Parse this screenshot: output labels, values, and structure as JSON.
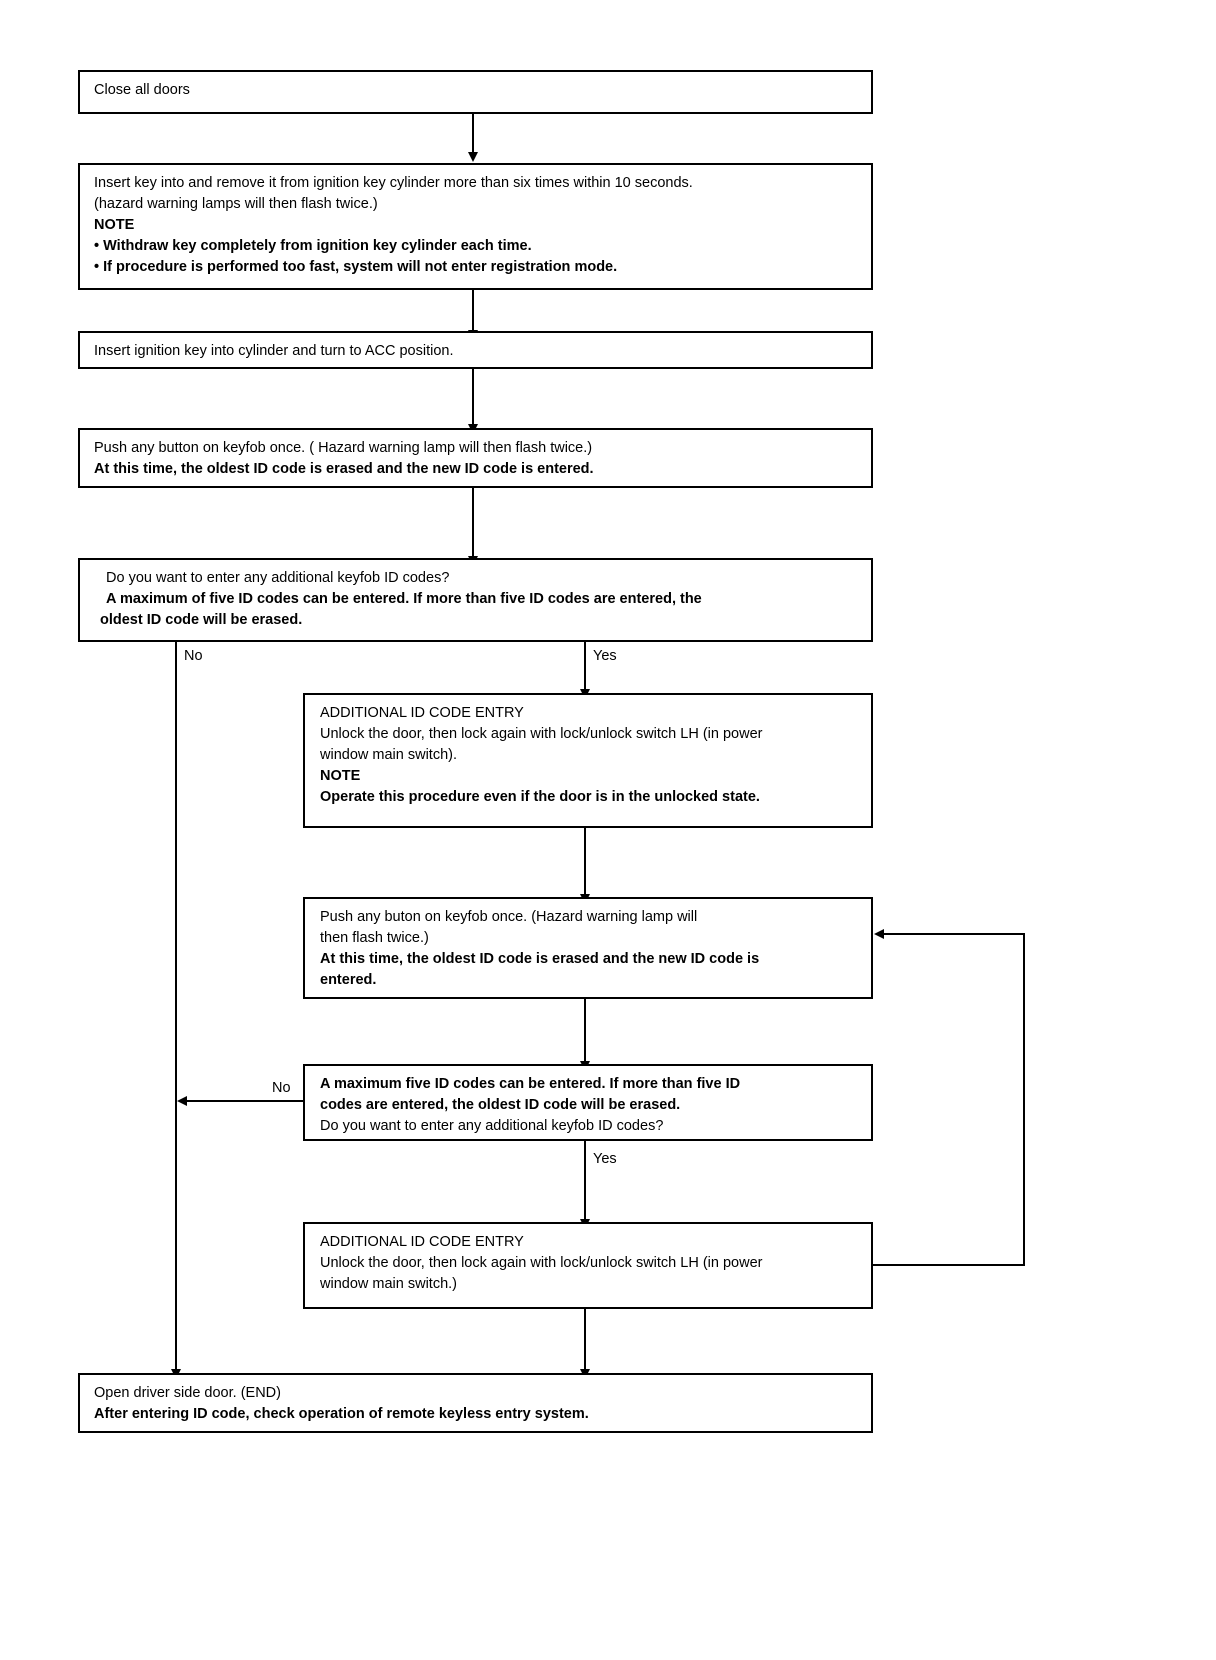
{
  "diagram": {
    "title": "Keyfob ID code registration procedure flowchart",
    "line_color": "#000000",
    "background": "#ffffff"
  },
  "nodes": {
    "close_all_doors": {
      "lines": [
        {
          "text": "Close all doors",
          "bold": false
        }
      ]
    },
    "insert_remove_key": {
      "lines": [
        {
          "text": "Insert key into and remove it from ignition key cylinder more than six times within 10 seconds.",
          "bold": false
        },
        {
          "text": "(hazard warning lamps will then flash twice.)",
          "bold": false
        },
        {
          "text": "NOTE",
          "bold": true
        },
        {
          "text": "• Withdraw key completely from ignition key cylinder each time.",
          "bold": true
        },
        {
          "text": "• If procedure is performed too fast, system will not enter registration mode.",
          "bold": true
        }
      ]
    },
    "turn_acc": {
      "lines": [
        {
          "text": "Insert ignition key into cylinder and turn to ACC position.",
          "bold": false
        }
      ]
    },
    "push_button_1": {
      "lines": [
        {
          "text": "Push any button on keyfob once. ( Hazard warning lamp will then flash twice.)",
          "bold": false
        },
        {
          "text": "At this time, the oldest ID code is erased and the new ID code is entered.",
          "bold": true
        }
      ]
    },
    "decision_1": {
      "lines": [
        {
          "text": "Do you want to enter any additional keyfob ID codes?",
          "bold": false
        },
        {
          "text": "A maximum of five ID codes can be entered. If more than five ID codes are entered, the",
          "bold": true
        },
        {
          "text": "oldest ID code will be erased.",
          "bold": true
        }
      ]
    },
    "additional_entry_1": {
      "lines": [
        {
          "text": "ADDITIONAL ID CODE ENTRY",
          "bold": false
        },
        {
          "text": "Unlock the door, then lock again with lock/unlock switch LH (in power",
          "bold": false
        },
        {
          "text": "window main switch).",
          "bold": false
        },
        {
          "text": "NOTE",
          "bold": true
        },
        {
          "text": "Operate this procedure even if the door is in the unlocked state.",
          "bold": true
        }
      ]
    },
    "push_button_2": {
      "lines": [
        {
          "text": "Push any buton on keyfob once. (Hazard warning lamp will",
          "bold": false
        },
        {
          "text": "then flash twice.)",
          "bold": false
        },
        {
          "text": "At this time, the oldest ID code is erased and the new ID code is",
          "bold": true
        },
        {
          "text": "entered.",
          "bold": true
        }
      ]
    },
    "decision_2": {
      "lines": [
        {
          "text": "A maximum five ID codes can be entered. If more than five ID",
          "bold": true
        },
        {
          "text": "codes are entered, the oldest ID code will be erased.",
          "bold": true
        },
        {
          "text": "Do you want to enter any additional keyfob ID codes?",
          "bold": false
        }
      ]
    },
    "additional_entry_2": {
      "lines": [
        {
          "text": "ADDITIONAL ID CODE ENTRY",
          "bold": false
        },
        {
          "text": "Unlock the door, then lock again with lock/unlock switch LH (in power",
          "bold": false
        },
        {
          "text": "window main switch.)",
          "bold": false
        }
      ]
    },
    "end_box": {
      "lines": [
        {
          "text": "Open driver side door. (END)",
          "bold": false
        },
        {
          "text": "After entering ID code, check operation of remote keyless entry system.",
          "bold": true
        }
      ]
    }
  },
  "branch_labels": {
    "decision1_no": "No",
    "decision1_yes": "Yes",
    "decision2_no": "No",
    "decision2_yes": "Yes"
  }
}
